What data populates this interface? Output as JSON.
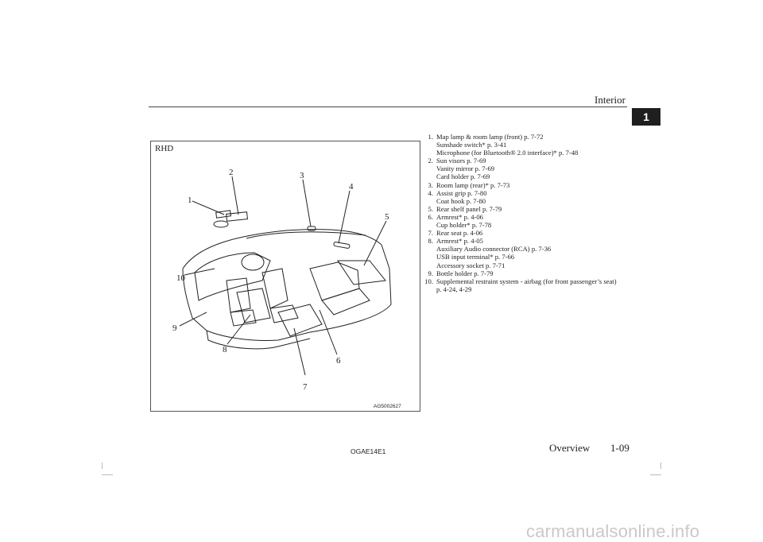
{
  "header": {
    "section_title": "Interior",
    "chapter_number": "1"
  },
  "figure": {
    "variant_label": "RHD",
    "code": "AG5002627",
    "callouts": [
      "1",
      "2",
      "3",
      "4",
      "5",
      "6",
      "7",
      "8",
      "9",
      "10"
    ]
  },
  "items": [
    {
      "num": "1.",
      "lines": [
        "Map lamp & room lamp (front) p. 7-72",
        "Sunshade switch* p. 3-41",
        "Microphone (for Bluetooth® 2.0 interface)* p. 7-48"
      ]
    },
    {
      "num": "2.",
      "lines": [
        "Sun visors p. 7-69",
        "Vanity mirror p. 7-69",
        "Card holder p. 7-69"
      ]
    },
    {
      "num": "3.",
      "lines": [
        "Room lamp (rear)* p. 7-73"
      ]
    },
    {
      "num": "4.",
      "lines": [
        "Assist grip p. 7-80",
        "Coat hook p. 7-80"
      ]
    },
    {
      "num": "5.",
      "lines": [
        "Rear shelf panel p. 7-79"
      ]
    },
    {
      "num": "6.",
      "lines": [
        "Armrest* p. 4-06",
        "Cup holder* p. 7-78"
      ]
    },
    {
      "num": "7.",
      "lines": [
        "Rear seat p. 4-06"
      ]
    },
    {
      "num": "8.",
      "lines": [
        "Armrest* p. 4-05",
        "Auxiliary Audio connector (RCA) p. 7-36",
        "USB input terminal* p. 7-66",
        "Accessory socket p. 7-71"
      ]
    },
    {
      "num": "9.",
      "lines": [
        "Bottle holder p. 7-79"
      ]
    },
    {
      "num": "10.",
      "lines": [
        "Supplemental restraint system - airbag (for front passenger’s seat)",
        "p. 4-24, 4-29"
      ]
    }
  ],
  "footer": {
    "doc_code": "OGAE14E1",
    "section": "Overview",
    "page_number": "1-09"
  },
  "watermark": "carmanualsonline.info"
}
